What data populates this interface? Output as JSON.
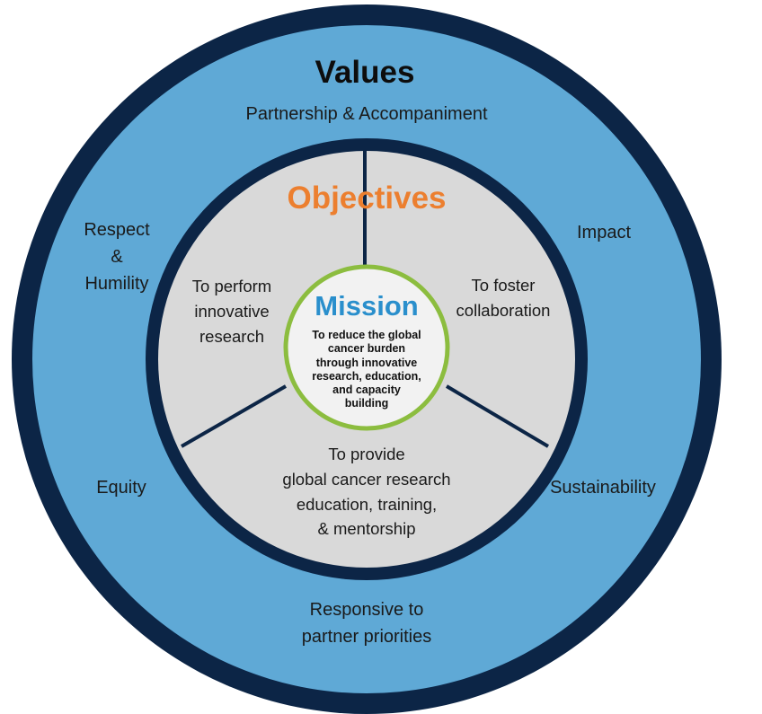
{
  "colors": {
    "outer_ring": "#0c2546",
    "values_band": "#5fa9d6",
    "objectives_disc": "#d9d9d9",
    "mission_border": "#8cbd3f",
    "mission_fill": "#f2f2f2",
    "objectives_title": "#ec7f2f",
    "mission_title": "#2a8fcc"
  },
  "values": {
    "title": "Values",
    "items": {
      "partnership": "Partnership & Accompaniment",
      "respect": "Respect\n&\nHumility",
      "impact": "Impact",
      "equity": "Equity",
      "sustainability": "Sustainability",
      "responsive": "Responsive to\npartner priorities"
    }
  },
  "objectives": {
    "title": "Objectives",
    "items": {
      "research": "To perform\ninnovative\nresearch",
      "collaboration": "To foster\ncollaboration",
      "education": "To provide\nglobal cancer research\neducation, training,\n& mentorship"
    }
  },
  "mission": {
    "title": "Mission",
    "text": "To reduce the global\ncancer burden\nthrough innovative\nresearch, education,\nand capacity\nbuilding"
  }
}
